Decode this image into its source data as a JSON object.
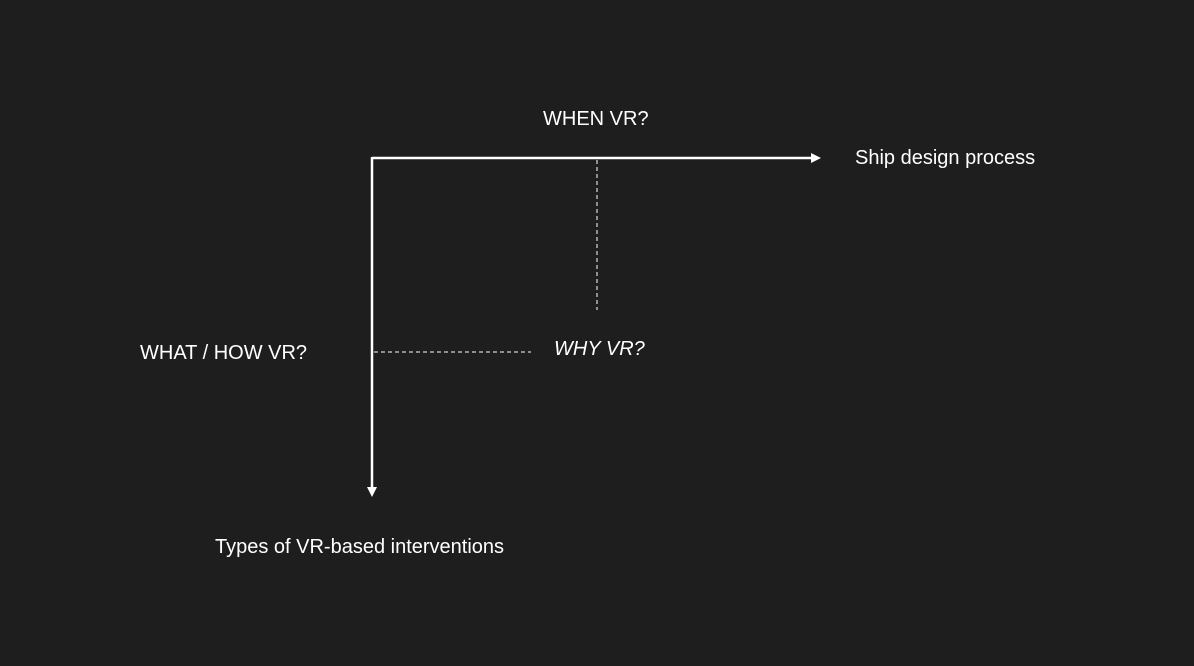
{
  "diagram": {
    "top_label": "WHEN VR?",
    "horizontal_axis_label": "Ship design process",
    "left_label": "WHAT / HOW VR?",
    "center_label": "WHY VR?",
    "vertical_axis_label": "Types of VR-based interventions"
  },
  "colors": {
    "background": "#1e1e1e",
    "foreground": "#ffffff"
  }
}
